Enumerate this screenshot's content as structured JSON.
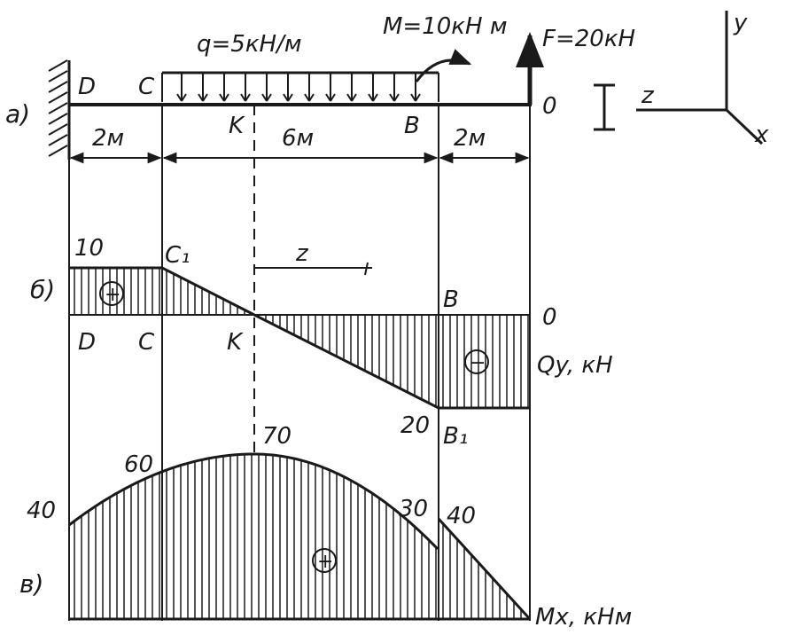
{
  "loads": {
    "q": "q=5кН/м",
    "M": "М=10кН м",
    "F": "F=20кН"
  },
  "beam": {
    "point_D": "D",
    "point_C": "C",
    "point_K": "K",
    "point_B": "B",
    "end_zero": "0",
    "dim_DC": "2м",
    "dim_CB": "6м",
    "dim_B_end": "2м"
  },
  "axes": {
    "y": "y",
    "z": "z",
    "x": "x"
  },
  "panel_labels": {
    "a": "а)",
    "b": "б)",
    "v": "в)"
  },
  "shear": {
    "value_left": "10",
    "point_C1": "C₁",
    "z_label": "z",
    "point_B": "B",
    "zero_right": "0",
    "point_D": "D",
    "point_C": "C",
    "point_K": "K",
    "plus_sign": "+",
    "minus_sign": "−",
    "title": "Qy, кН",
    "value_bottom": "20",
    "point_B1": "B₁"
  },
  "moment": {
    "value_40_left": "40",
    "value_60": "60",
    "value_70": "70",
    "value_30": "30",
    "value_40_right": "40",
    "plus_sign": "+",
    "title": "Mx, кНм"
  }
}
